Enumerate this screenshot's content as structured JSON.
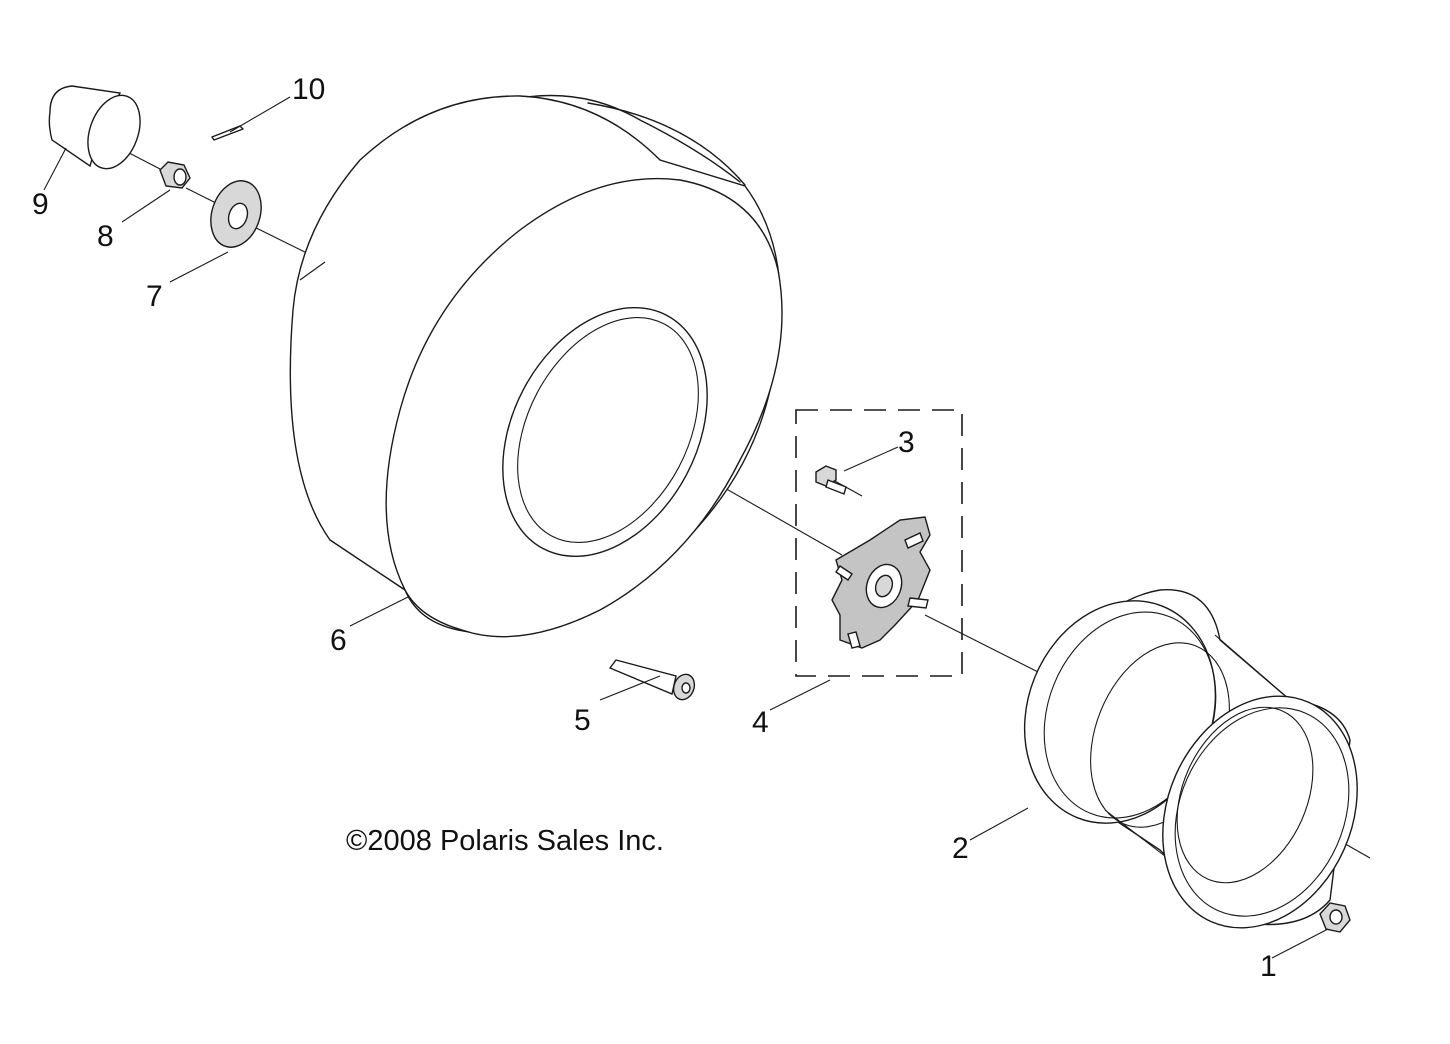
{
  "copyright": "©2008 Polaris Sales Inc.",
  "callouts": [
    {
      "id": "1",
      "label": "1"
    },
    {
      "id": "2",
      "label": "2"
    },
    {
      "id": "3",
      "label": "3"
    },
    {
      "id": "4",
      "label": "4"
    },
    {
      "id": "5",
      "label": "5"
    },
    {
      "id": "6",
      "label": "6"
    },
    {
      "id": "7",
      "label": "7"
    },
    {
      "id": "8",
      "label": "8"
    },
    {
      "id": "9",
      "label": "9"
    },
    {
      "id": "10",
      "label": "10"
    }
  ],
  "colors": {
    "line": "#1a1a1a",
    "part_fill": "#d8d8d8",
    "background": "#ffffff"
  }
}
